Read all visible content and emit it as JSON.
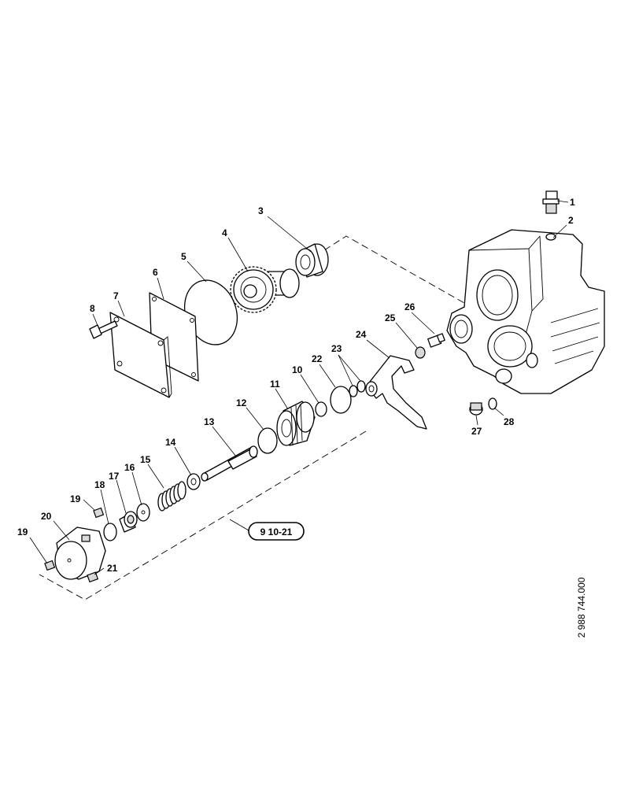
{
  "diagram": {
    "callouts": {
      "p1": "1",
      "p2": "2",
      "p3": "3",
      "p4": "4",
      "p5": "5",
      "p6": "6",
      "p7": "7",
      "p8": "8",
      "p10": "10",
      "p11": "11",
      "p12": "12",
      "p13": "13",
      "p14": "14",
      "p15": "15",
      "p16": "16",
      "p17": "17",
      "p18": "18",
      "p19a": "19",
      "p19b": "19",
      "p20": "20",
      "p21": "21",
      "p22": "22",
      "p23": "23",
      "p24": "24",
      "p25": "25",
      "p26": "26",
      "p27": "27",
      "p28": "28"
    },
    "reference_box": "9 10-21",
    "drawing_number": "2 988 744.000"
  }
}
